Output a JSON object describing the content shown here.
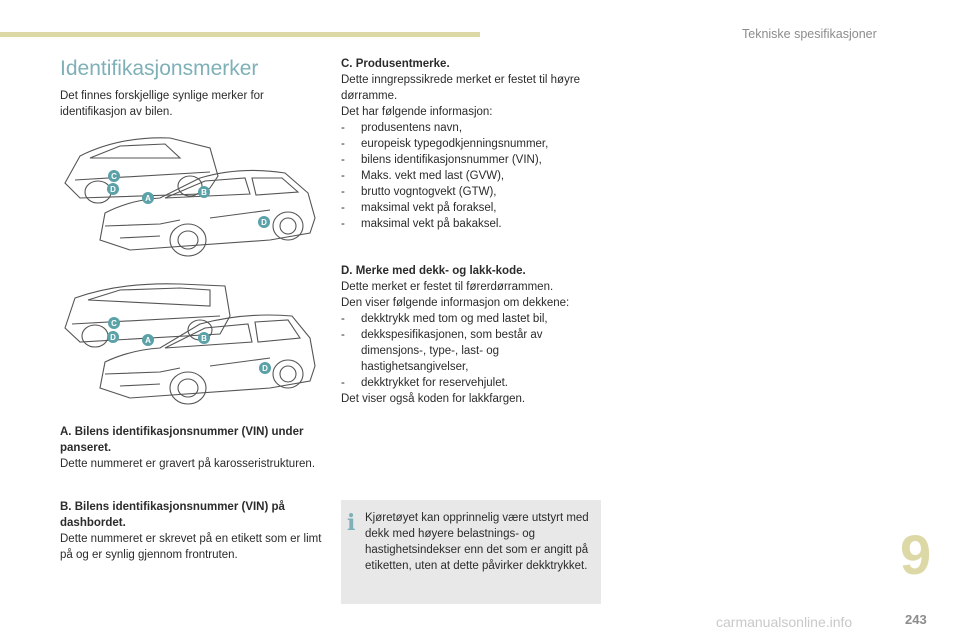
{
  "header": {
    "section": "Tekniske spesifikasjoner"
  },
  "page": {
    "title": "Identifikasjonsmerker",
    "number": "243",
    "chapter": "9"
  },
  "intro": "Det finnes forskjellige synlige merker for identifikasjon av bilen.",
  "markers": {
    "a": "A",
    "b": "B",
    "c": "C",
    "d": "D"
  },
  "blocks": {
    "a": {
      "heading": "A. Bilens identifikasjonsnummer (VIN) under panseret.",
      "text": "Dette nummeret er gravert på karosseristrukturen."
    },
    "b": {
      "heading": "B. Bilens identifikasjonsnummer (VIN) på dashbordet.",
      "text": "Dette nummeret er skrevet på en etikett som er limt på og er synlig gjennom frontruten."
    },
    "c": {
      "heading": "C. Produsentmerke.",
      "line1": "Dette inngrepssikrede merket er festet til høyre dørramme.",
      "line2": "Det har følgende informasjon:",
      "items": [
        "produsentens navn,",
        "europeisk typegodkjenningsnummer,",
        "bilens identifikasjonsnummer (VIN),",
        "Maks. vekt med last (GVW),",
        "brutto vogntogvekt (GTW),",
        "maksimal vekt på foraksel,",
        "maksimal vekt på bakaksel."
      ]
    },
    "d": {
      "heading": "D. Merke med dekk- og lakk-kode.",
      "line1": "Dette merket er festet til førerdørrammen.",
      "line2": "Den viser følgende informasjon om dekkene:",
      "items": [
        "dekktrykk med tom og med lastet bil,",
        "dekkspesifikasjonen, som består av dimensjons-, type-, last- og hastighetsangivelser,",
        "dekktrykket for reservehjulet."
      ],
      "line3": "Det viser også koden for lakkfargen."
    }
  },
  "info": {
    "icon": "info-icon",
    "text": "Kjøretøyet kan opprinnelig være utstyrt med dekk med høyere belastnings- og hastighetsindekser enn det som er angitt på etiketten, uten at dette påvirker dekktrykket."
  },
  "watermark": "carmanualsonline.info",
  "colors": {
    "accent": "#7fb0b8",
    "marker": "#5aa1a8",
    "bar": "#ddd9a7",
    "info_bg": "#e8e8e8"
  }
}
